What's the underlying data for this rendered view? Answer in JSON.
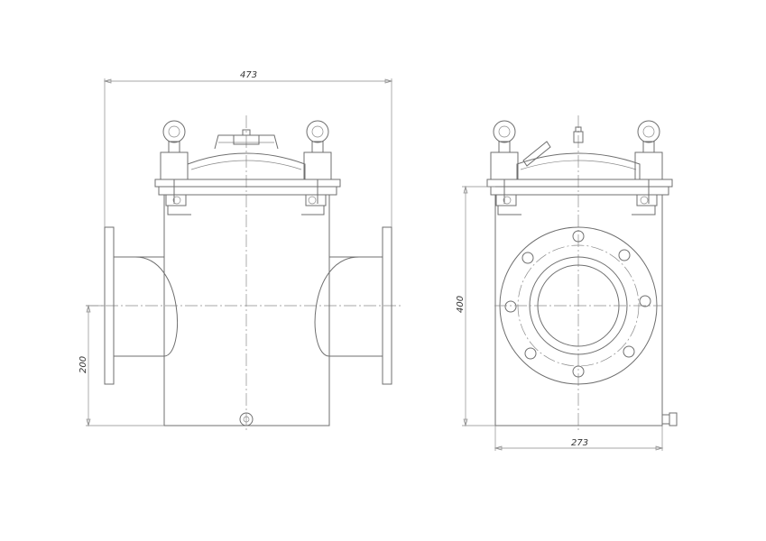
{
  "drawing": {
    "dimensions": {
      "overall_width": "473",
      "axis_height": "200",
      "overall_height": "400",
      "body_width": "273"
    },
    "colors": {
      "line": "#6f6f6f",
      "background": "#ffffff"
    }
  }
}
